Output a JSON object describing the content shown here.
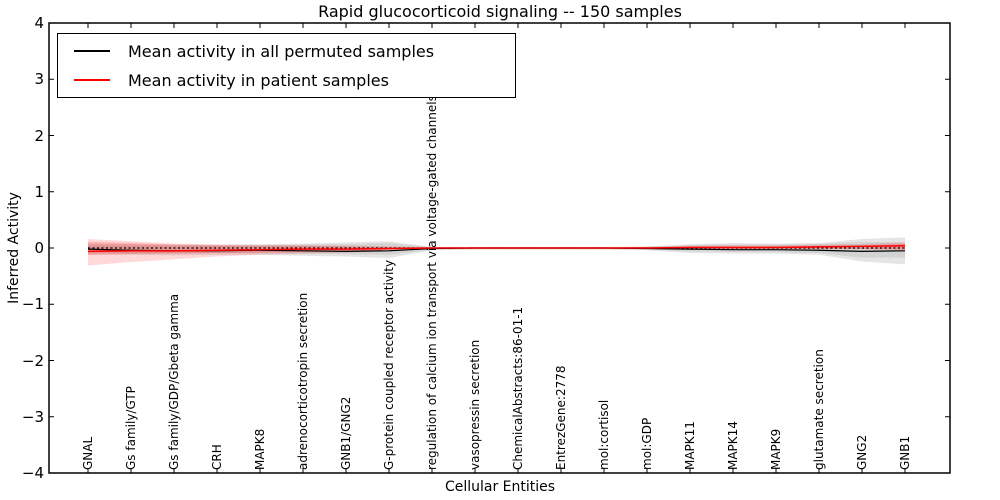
{
  "legend": {
    "items": [
      {
        "label": "Mean activity in all permuted samples",
        "color": "#000000"
      },
      {
        "label": "Mean activity in patient samples",
        "color": "#ff0000"
      }
    ]
  },
  "axes": {
    "y_tick_labels": [
      "4",
      "3",
      "2",
      "1",
      "0",
      "−1",
      "−2",
      "−3",
      "−4"
    ],
    "y_tick_values": [
      4,
      3,
      2,
      1,
      0,
      -1,
      -2,
      -3,
      -4
    ]
  },
  "chart_data": {
    "type": "line",
    "title": "Rapid glucocorticoid signaling -- 150 samples",
    "xlabel": "Cellular Entities",
    "ylabel": "Inferred Activity",
    "ylim": [
      -4,
      4
    ],
    "grid": false,
    "legend_position": "upper left",
    "categories": [
      "GNAL",
      "Gs family/GTP",
      "Gs family/GDP/Gbeta gamma",
      "CRH",
      "MAPK8",
      "adrenocorticotropin secretion",
      "GNB1/GNG2",
      "G-protein coupled receptor activity",
      "regulation of calcium ion transport via voltage-gated channels",
      "vasopressin secretion",
      "ChemicalAbstracts:86-01-1",
      "EntrezGene:2778",
      "mol:cortisol",
      "mol:GDP",
      "MAPK11",
      "MAPK14",
      "MAPK9",
      "glutamate secretion",
      "GNG2",
      "GNB1"
    ],
    "series": [
      {
        "name": "Mean activity in all permuted samples",
        "color": "#000000",
        "style": "solid",
        "values": [
          -0.02,
          -0.04,
          -0.05,
          -0.05,
          -0.04,
          -0.05,
          -0.06,
          -0.05,
          -0.01,
          0,
          0,
          0,
          0,
          -0.01,
          -0.02,
          -0.03,
          -0.03,
          -0.04,
          -0.06,
          -0.05
        ]
      },
      {
        "name": "Mean activity in patient samples",
        "color": "#ff0000",
        "style": "solid",
        "values": [
          -0.06,
          -0.05,
          -0.05,
          -0.04,
          -0.03,
          -0.02,
          -0.02,
          -0.01,
          0,
          0,
          0,
          0,
          0,
          0,
          0.01,
          0.01,
          0.01,
          0.02,
          0.03,
          0.04
        ]
      }
    ],
    "zero_line": {
      "value": 0,
      "color": "#000000",
      "style": "dotted"
    },
    "bands": [
      {
        "name": "permuted-spread-outer",
        "color": "#000000",
        "opacity": 0.1,
        "upper": [
          0.08,
          0.07,
          0.06,
          0.06,
          0.07,
          0.08,
          0.1,
          0.12,
          0.02,
          0.02,
          0.02,
          0.02,
          0.02,
          0.03,
          0.07,
          0.09,
          0.08,
          0.09,
          0.16,
          0.19
        ],
        "lower": [
          -0.12,
          -0.12,
          -0.13,
          -0.12,
          -0.12,
          -0.14,
          -0.15,
          -0.18,
          -0.04,
          -0.03,
          -0.03,
          -0.03,
          -0.03,
          -0.04,
          -0.09,
          -0.1,
          -0.1,
          -0.12,
          -0.24,
          -0.29
        ]
      },
      {
        "name": "permuted-spread-inner",
        "color": "#000000",
        "opacity": 0.08,
        "upper": [
          0.05,
          0.05,
          0.04,
          0.04,
          0.05,
          0.06,
          0.07,
          0.09,
          0.015,
          0.015,
          0.015,
          0.015,
          0.015,
          0.02,
          0.05,
          0.06,
          0.06,
          0.07,
          0.11,
          0.1
        ],
        "lower": [
          -0.08,
          -0.09,
          -0.09,
          -0.09,
          -0.09,
          -0.1,
          -0.11,
          -0.12,
          -0.03,
          -0.02,
          -0.02,
          -0.02,
          -0.02,
          -0.03,
          -0.06,
          -0.07,
          -0.07,
          -0.09,
          -0.17,
          -0.17
        ]
      },
      {
        "name": "patient-spread-outer",
        "color": "#ff0000",
        "opacity": 0.15,
        "upper": [
          0.16,
          0.12,
          0.08,
          0.06,
          0.05,
          0.05,
          0.04,
          0.03,
          0.01,
          0.01,
          0.01,
          0.01,
          0.01,
          0.02,
          0.04,
          0.05,
          0.05,
          0.06,
          0.07,
          0.1
        ],
        "lower": [
          -0.31,
          -0.25,
          -0.2,
          -0.15,
          -0.12,
          -0.1,
          -0.08,
          -0.05,
          -0.01,
          -0.01,
          -0.01,
          -0.01,
          -0.01,
          -0.01,
          -0.02,
          -0.02,
          -0.02,
          -0.02,
          -0.02,
          -0.03
        ]
      },
      {
        "name": "patient-spread-inner",
        "color": "#ff0000",
        "opacity": 0.18,
        "upper": [
          0.11,
          0.09,
          0.06,
          0.05,
          0.04,
          0.04,
          0.03,
          0.02,
          0.01,
          0.01,
          0.01,
          0.01,
          0.01,
          0.01,
          0.03,
          0.03,
          0.03,
          0.04,
          0.05,
          0.07
        ],
        "lower": [
          -0.12,
          -0.11,
          -0.1,
          -0.09,
          -0.08,
          -0.07,
          -0.06,
          -0.03,
          -0.01,
          -0.01,
          -0.01,
          -0.01,
          -0.01,
          -0.01,
          -0.01,
          -0.01,
          -0.01,
          -0.01,
          -0.02,
          -0.03
        ]
      }
    ]
  }
}
